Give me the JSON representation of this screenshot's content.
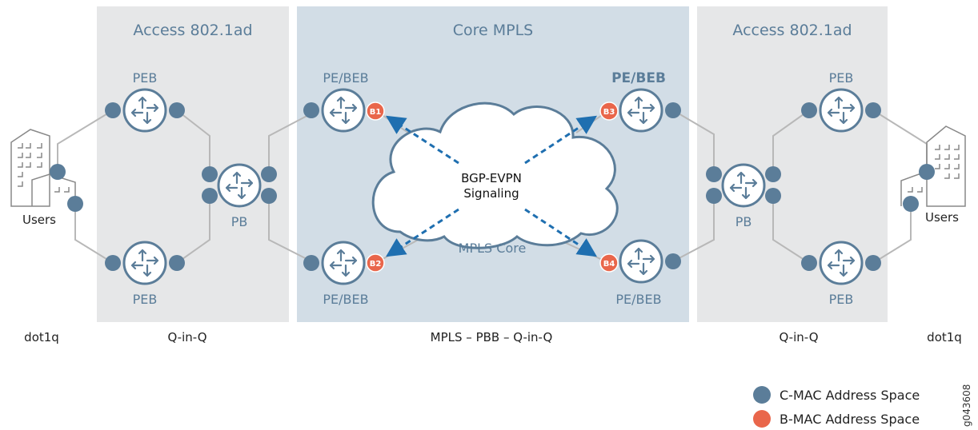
{
  "colors": {
    "access_bg": "#e6e7e8",
    "core_bg": "#d2dde6",
    "router_stroke": "#5b7d99",
    "cmac": "#5b7d99",
    "bmac": "#e9664b",
    "link": "#b8b8b8",
    "arrow": "#1f6fb0"
  },
  "regions": {
    "access_left_title": "Access 802.1ad",
    "core_title": "Core MPLS",
    "access_right_title": "Access 802.1ad"
  },
  "nodes": {
    "peb_top_left": "PEB",
    "peb_bottom_left": "PEB",
    "pb_left": "PB",
    "pe_beb_top_left": "PE/BEB",
    "pe_beb_bottom_left": "PE/BEB",
    "pe_beb_top_right": "PE/BEB",
    "pe_beb_bottom_right": "PE/BEB",
    "pb_right": "PB",
    "peb_top_right": "PEB",
    "peb_bottom_right": "PEB",
    "users_left": "Users",
    "users_right": "Users"
  },
  "bmac_badges": {
    "b1": "B1",
    "b2": "B2",
    "b3": "B3",
    "b4": "B4"
  },
  "cloud": {
    "line1": "BGP-EVPN",
    "line2": "Signaling",
    "core_label": "MPLS Core"
  },
  "encapsulation": {
    "left_edge": "dot1q",
    "left_access": "Q-in-Q",
    "core": "MPLS – PBB – Q-in-Q",
    "right_access": "Q-in-Q",
    "right_edge": "dot1q"
  },
  "legend": {
    "cmac_label": "C-MAC Address Space",
    "bmac_label": "B-MAC Address Space"
  },
  "figure_id": "g043608"
}
